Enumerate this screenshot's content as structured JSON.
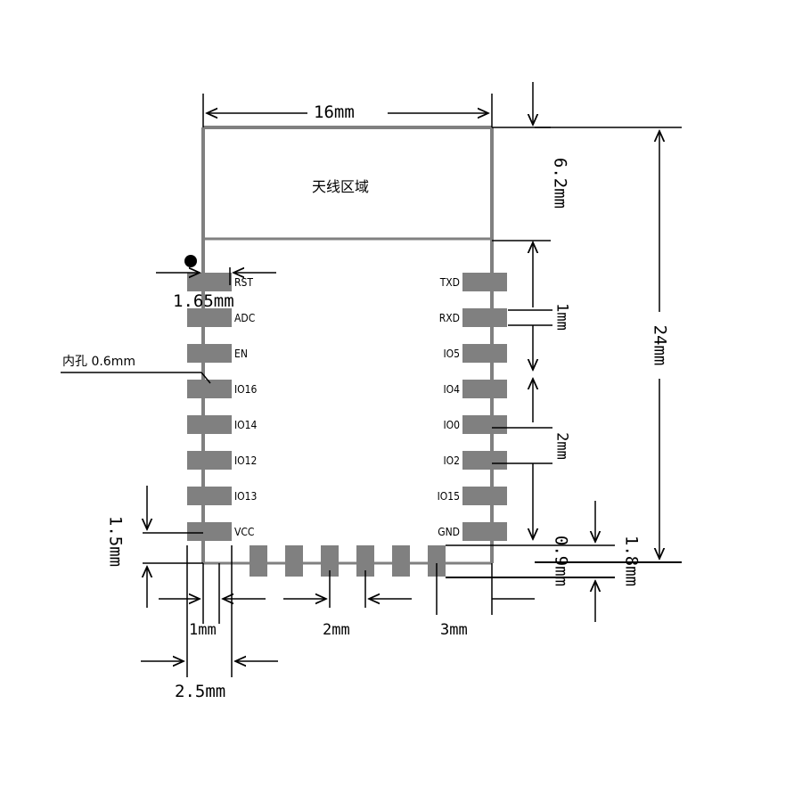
{
  "antenna_label": "天线区域",
  "pins_left": [
    "RST",
    "ADC",
    "EN",
    "IO16",
    "IO14",
    "IO12",
    "IO13",
    "VCC"
  ],
  "pins_right": [
    "TXD",
    "RXD",
    "IO5",
    "IO4",
    "IO0",
    "IO2",
    "IO15",
    "GND"
  ],
  "dimensions": {
    "width": "16mm",
    "antenna_height": "6.2mm",
    "total_height": "24mm",
    "pin_pitch_side": "1mm",
    "pin_spacing": "2mm",
    "pad_offset": "1.65mm",
    "inner_hole": "内孔 0.6mm",
    "bottom_margin": "1.5mm",
    "pad_width": "1mm",
    "pad_length": "2.5mm",
    "bottom_pitch": "2mm",
    "bottom_edge": "3mm",
    "pad_gap": "0.9mm",
    "bottom_height": "1.8mm"
  }
}
